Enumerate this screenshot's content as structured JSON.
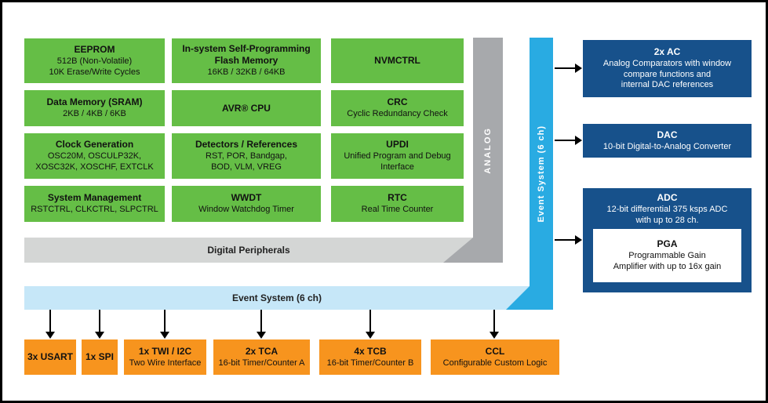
{
  "palette": {
    "green": "#65BE46",
    "orange": "#F7941E",
    "navy": "#17518B",
    "cyan": "#29ABE2",
    "light_blue": "#C6E7F8",
    "gray_dark": "#A7A9AC",
    "gray_light": "#D4D6D5"
  },
  "green_blocks": [
    {
      "title": "EEPROM",
      "sub": "512B (Non-Volatile)\n10K Erase/Write Cycles"
    },
    {
      "title": "In-system Self-Programming\nFlash Memory",
      "sub": "16KB / 32KB / 64KB"
    },
    {
      "title": "NVMCTRL",
      "sub": ""
    },
    {
      "title": "Data Memory (SRAM)",
      "sub": "2KB / 4KB / 6KB"
    },
    {
      "title": "AVR® CPU",
      "sub": ""
    },
    {
      "title": "CRC",
      "sub": "Cyclic Redundancy Check"
    },
    {
      "title": "Clock Generation",
      "sub": "OSC20M, OSCULP32K,\nXOSC32K, XOSCHF, EXTCLK"
    },
    {
      "title": "Detectors / References",
      "sub": "RST, POR, Bandgap,\nBOD, VLM, VREG"
    },
    {
      "title": "UPDI",
      "sub": "Unified Program and Debug\nInterface"
    },
    {
      "title": "System Management",
      "sub": "RSTCTRL, CLKCTRL, SLPCTRL"
    },
    {
      "title": "WWDT",
      "sub": "Window Watchdog Timer"
    },
    {
      "title": "RTC",
      "sub": "Real Time Counter"
    }
  ],
  "bars": {
    "analog": "ANALOG",
    "digital": "Digital Peripherals",
    "event_vertical": "Event System (6 ch)",
    "event_horizontal": "Event System (6 ch)"
  },
  "analog_blocks": [
    {
      "title": "2x AC",
      "sub": "Analog Comparators with window\ncompare functions and\ninternal DAC references"
    },
    {
      "title": "DAC",
      "sub": "10-bit Digital-to-Analog Converter"
    },
    {
      "title": "ADC",
      "sub": "12-bit differential 375 ksps ADC\nwith up to 28 ch.",
      "inner_title": "PGA",
      "inner_sub": "Programmable Gain\nAmplifier with up to 16x gain"
    }
  ],
  "peripheral_blocks": [
    {
      "title": "3x USART",
      "sub": ""
    },
    {
      "title": "1x SPI",
      "sub": ""
    },
    {
      "title": "1x TWI / I2C",
      "sub": "Two Wire Interface"
    },
    {
      "title": "2x TCA",
      "sub": "16-bit Timer/Counter A"
    },
    {
      "title": "4x TCB",
      "sub": "16-bit Timer/Counter B"
    },
    {
      "title": "CCL",
      "sub": "Configurable Custom Logic"
    }
  ]
}
